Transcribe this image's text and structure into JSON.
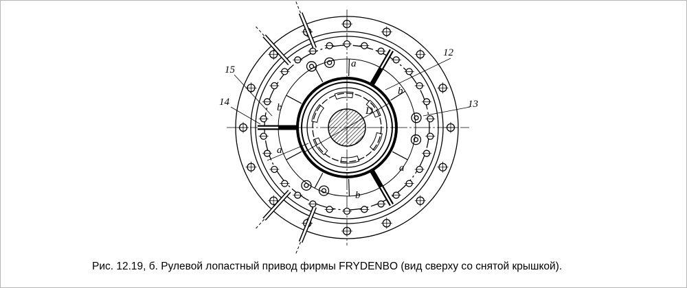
{
  "figure": {
    "caption": "Рис. 12.19, б. Рулевой лопастный привод фирмы FRYDENBO (вид сверху со снятой крышкой).",
    "callouts": {
      "n12": "12",
      "n13": "13",
      "n14": "14",
      "n15": "15",
      "d": "D"
    },
    "chambers": {
      "a1": "a",
      "a2": "a",
      "a3": "a",
      "b1": "b",
      "b2": "b",
      "b3": "b"
    }
  }
}
